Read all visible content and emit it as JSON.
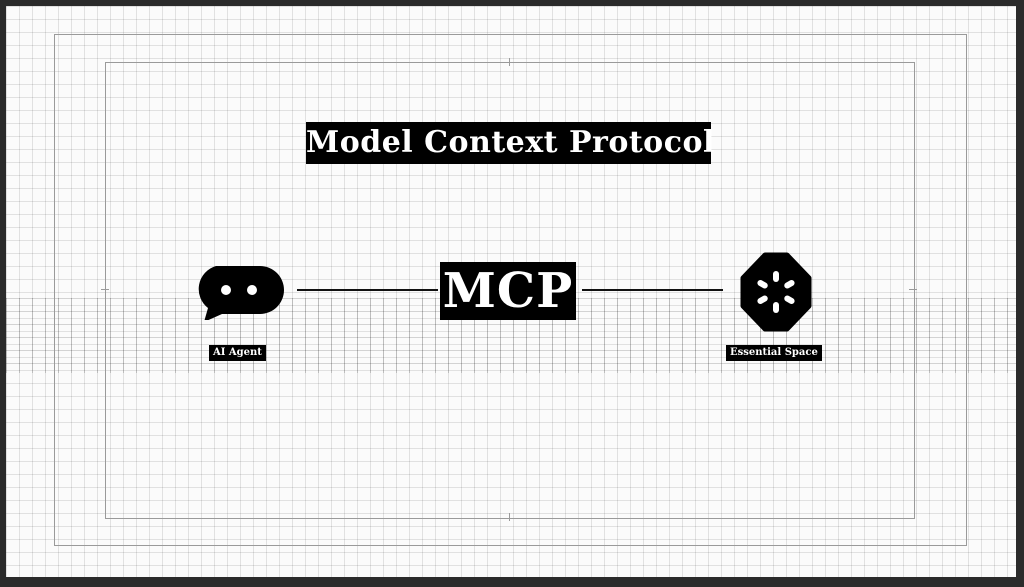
{
  "diagram": {
    "title": "Model Context Protocol",
    "center_label": "MCP",
    "nodes": [
      {
        "id": "agent",
        "label": "AI Agent",
        "icon": "chat-bubble-icon"
      },
      {
        "id": "space",
        "label": "Essential Space",
        "icon": "hexagon-spark-icon"
      }
    ],
    "edges": [
      {
        "from": "AI Agent",
        "to": "MCP"
      },
      {
        "from": "MCP",
        "to": "Essential Space"
      }
    ]
  }
}
